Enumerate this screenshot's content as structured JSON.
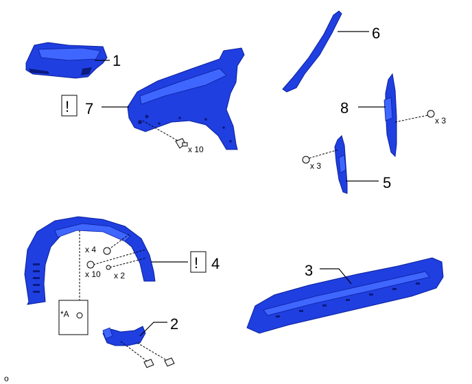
{
  "callouts": {
    "c1": "1",
    "c2": "2",
    "c3": "3",
    "c4": "4",
    "c5": "5",
    "c6": "6",
    "c7": "7",
    "c8": "8"
  },
  "quantities": {
    "fender_bolts": "x 10",
    "pillar_clips": "x 3",
    "trim_clips": "x 3",
    "liner_clips_a": "x 4",
    "liner_clips_b": "x 10",
    "liner_screws": "x 2"
  },
  "marks": {
    "caution_7": "!",
    "caution_4": "!",
    "ref_a": "*A",
    "corner_code": "o"
  },
  "colors": {
    "part_blue": "#1f3fe0",
    "line": "#000000"
  }
}
